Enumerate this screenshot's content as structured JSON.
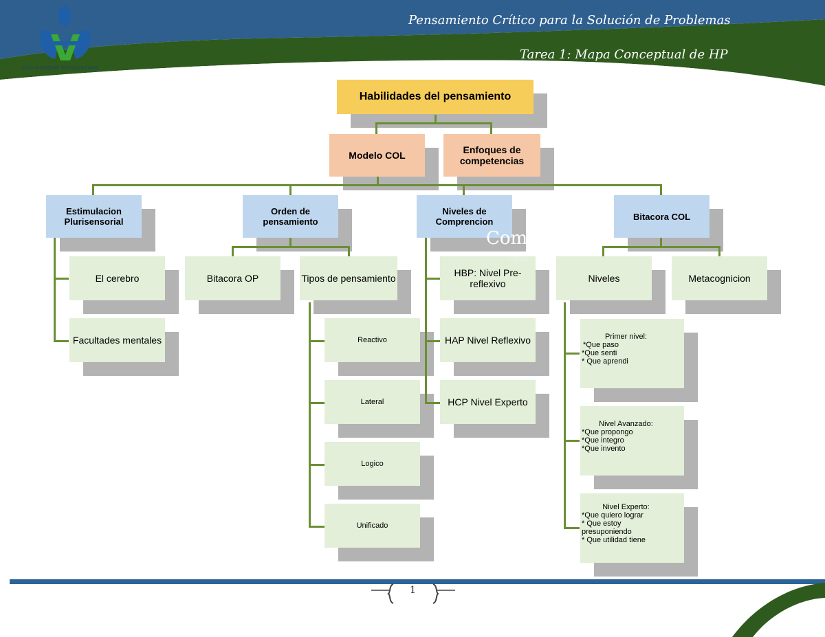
{
  "header": {
    "course_title": "Pensamiento Crítico para la Solución de Problemas",
    "task_title": "Tarea 1: Mapa Conceptual de HP",
    "logo_text": "Universidad Veracruzana",
    "colors": {
      "blue": "#2e5e8c",
      "green": "#2d5a1c"
    }
  },
  "map": {
    "root": "Habilidades del pensamiento",
    "level2": {
      "modelo": "Modelo COL",
      "enfoques": "Enfoques de competencias"
    },
    "branches": {
      "estimulacion": {
        "title": "Estimulacion Plurisensorial",
        "children": [
          "El cerebro",
          "Facultades mentales"
        ]
      },
      "orden": {
        "title": "Orden de pensamiento",
        "bitacora_op": "Bitacora OP",
        "tipos": "Tipos de pensamiento",
        "tipos_children": [
          "Reactivo",
          "Lateral",
          "Logico",
          "Unificado"
        ]
      },
      "niveles": {
        "title": "Niveles de Comprencion",
        "children": [
          "HBP: Nivel Pre-reflexivo",
          "HAP Nivel Reflexivo",
          "HCP Nivel Experto"
        ]
      },
      "bitacora": {
        "title": "Bitacora COL",
        "niveles": "Niveles",
        "metacognicion": "Metacognicion",
        "levels": [
          {
            "title": "Primer nivel:",
            "items": [
              "*Que paso",
              "*Que senti",
              "* Que aprendi"
            ]
          },
          {
            "title": "Nivel Avanzado:",
            "items": [
              "*Que propongo",
              "*Que integro",
              "*Que invento"
            ]
          },
          {
            "title": "Nivel Experto:",
            "items": [
              "*Que quiero lograr",
              "* Que estoy presuponiendo",
              "* Que utilidad tiene"
            ]
          }
        ]
      }
    },
    "line_color": "#6a8f34"
  },
  "overlay": {
    "word": "Com",
    "sub": "logop"
  },
  "footer": {
    "page": "1"
  }
}
